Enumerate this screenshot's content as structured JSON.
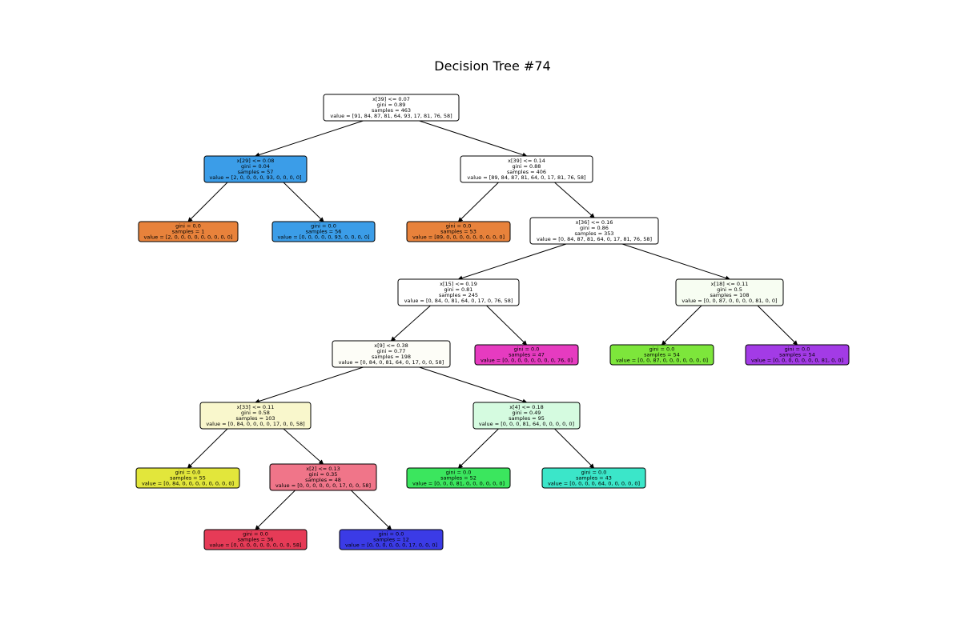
{
  "title": "Decision Tree #74",
  "nodes": [
    {
      "id": "n0",
      "color": "#ffffff",
      "lines": [
        "x[39] <= 0.07",
        "gini = 0.89",
        "samples = 463",
        "value = [91, 84, 87, 81, 64, 93, 17, 81, 76, 58]"
      ]
    },
    {
      "id": "n1",
      "color": "#3b9de8",
      "lines": [
        "x[29] <= 0.08",
        "gini = 0.04",
        "samples = 57",
        "value = [2, 0, 0, 0, 0, 93, 0, 0, 0, 0]"
      ]
    },
    {
      "id": "n2",
      "color": "#e8823b",
      "lines": [
        "gini = 0.0",
        "samples = 1",
        "value = [2, 0, 0, 0, 0, 0, 0, 0, 0, 0]"
      ]
    },
    {
      "id": "n3",
      "color": "#3b9de8",
      "lines": [
        "gini = 0.0",
        "samples = 56",
        "value = [0, 0, 0, 0, 0, 93, 0, 0, 0, 0]"
      ]
    },
    {
      "id": "n4",
      "color": "#ffffff",
      "lines": [
        "x[39] <= 0.14",
        "gini = 0.88",
        "samples = 406",
        "value = [89, 84, 87, 81, 64, 0, 17, 81, 76, 58]"
      ]
    },
    {
      "id": "n5",
      "color": "#e8823b",
      "lines": [
        "gini = 0.0",
        "samples = 53",
        "value = [89, 0, 0, 0, 0, 0, 0, 0, 0, 0]"
      ]
    },
    {
      "id": "n6",
      "color": "#ffffff",
      "lines": [
        "x[36] <= 0.16",
        "gini = 0.86",
        "samples = 353",
        "value = [0, 84, 87, 81, 64, 0, 17, 81, 76, 58]"
      ]
    },
    {
      "id": "n7",
      "color": "#ffffff",
      "lines": [
        "x[15] <= 0.19",
        "gini = 0.81",
        "samples = 245",
        "value = [0, 84, 0, 81, 64, 0, 17, 0, 76, 58]"
      ]
    },
    {
      "id": "n8",
      "color": "#fdfdf7",
      "lines": [
        "x[9] <= 0.38",
        "gini = 0.77",
        "samples = 198",
        "value = [0, 84, 0, 81, 64, 0, 17, 0, 0, 58]"
      ]
    },
    {
      "id": "n9",
      "color": "#f9f7cc",
      "lines": [
        "x[33] <= 0.11",
        "gini = 0.58",
        "samples = 103",
        "value = [0, 84, 0, 0, 0, 0, 17, 0, 0, 58]"
      ]
    },
    {
      "id": "n10",
      "color": "#e2e63b",
      "lines": [
        "gini = 0.0",
        "samples = 55",
        "value = [0, 84, 0, 0, 0, 0, 0, 0, 0, 0]"
      ]
    },
    {
      "id": "n11",
      "color": "#f07589",
      "lines": [
        "x[2] <= 0.13",
        "gini = 0.35",
        "samples = 48",
        "value = [0, 0, 0, 0, 0, 0, 17, 0, 0, 58]"
      ]
    },
    {
      "id": "n12",
      "color": "#e63b57",
      "lines": [
        "gini = 0.0",
        "samples = 36",
        "value = [0, 0, 0, 0, 0, 0, 0, 0, 0, 58]"
      ]
    },
    {
      "id": "n13",
      "color": "#3b3be6",
      "lines": [
        "gini = 0.0",
        "samples = 12",
        "value = [0, 0, 0, 0, 0, 0, 17, 0, 0, 0]"
      ]
    },
    {
      "id": "n14",
      "color": "#d5fbe0",
      "lines": [
        "x[4] <= 0.18",
        "gini = 0.49",
        "samples = 95",
        "value = [0, 0, 0, 81, 64, 0, 0, 0, 0, 0]"
      ]
    },
    {
      "id": "n15",
      "color": "#3be65e",
      "lines": [
        "gini = 0.0",
        "samples = 52",
        "value = [0, 0, 0, 81, 0, 0, 0, 0, 0, 0]"
      ]
    },
    {
      "id": "n16",
      "color": "#3be6c9",
      "lines": [
        "gini = 0.0",
        "samples = 43",
        "value = [0, 0, 0, 0, 64, 0, 0, 0, 0, 0]"
      ]
    },
    {
      "id": "n17",
      "color": "#e63bc0",
      "lines": [
        "gini = 0.0",
        "samples = 47",
        "value = [0, 0, 0, 0, 0, 0, 0, 0, 76, 0]"
      ]
    },
    {
      "id": "n18",
      "color": "#f7fdf2",
      "lines": [
        "x[18] <= 0.11",
        "gini = 0.5",
        "samples = 108",
        "value = [0, 0, 87, 0, 0, 0, 0, 81, 0, 0]"
      ]
    },
    {
      "id": "n19",
      "color": "#7de63b",
      "lines": [
        "gini = 0.0",
        "samples = 54",
        "value = [0, 0, 87, 0, 0, 0, 0, 0, 0, 0]"
      ]
    },
    {
      "id": "n20",
      "color": "#a33be6",
      "lines": [
        "gini = 0.0",
        "samples = 54",
        "value = [0, 0, 0, 0, 0, 0, 0, 81, 0, 0]"
      ]
    }
  ],
  "edges": [
    [
      "n0",
      "n1"
    ],
    [
      "n0",
      "n4"
    ],
    [
      "n1",
      "n2"
    ],
    [
      "n1",
      "n3"
    ],
    [
      "n4",
      "n5"
    ],
    [
      "n4",
      "n6"
    ],
    [
      "n6",
      "n7"
    ],
    [
      "n6",
      "n18"
    ],
    [
      "n7",
      "n8"
    ],
    [
      "n7",
      "n17"
    ],
    [
      "n8",
      "n9"
    ],
    [
      "n8",
      "n14"
    ],
    [
      "n9",
      "n10"
    ],
    [
      "n9",
      "n11"
    ],
    [
      "n11",
      "n12"
    ],
    [
      "n11",
      "n13"
    ],
    [
      "n14",
      "n15"
    ],
    [
      "n14",
      "n16"
    ],
    [
      "n18",
      "n19"
    ],
    [
      "n18",
      "n20"
    ]
  ]
}
